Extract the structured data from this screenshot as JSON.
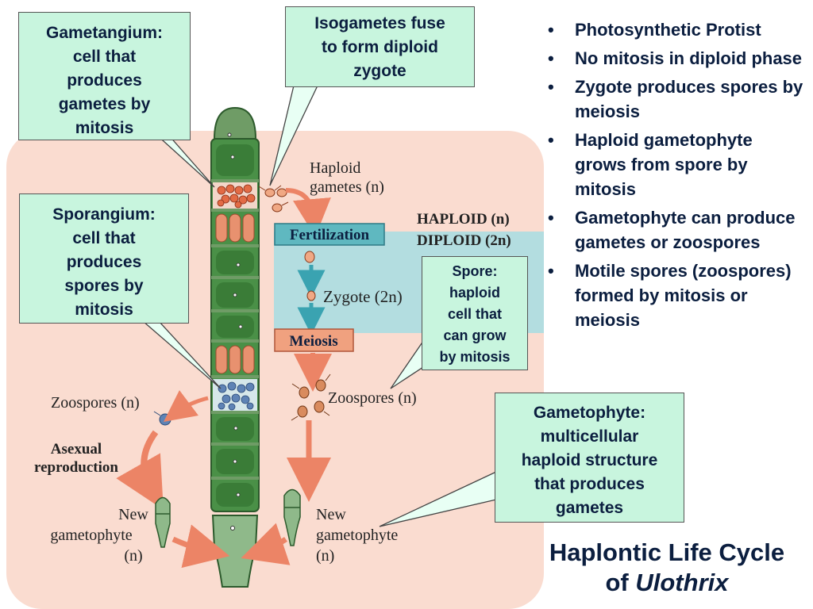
{
  "callouts": {
    "gametangium": [
      "Gametangium:",
      "cell that",
      "produces",
      "gametes by",
      "mitosis"
    ],
    "isogametes": [
      "Isogametes fuse",
      "to form diploid",
      "zygote"
    ],
    "sporangium": [
      "Sporangium:",
      "cell that",
      "produces",
      "spores by",
      "mitosis"
    ],
    "spore": [
      "Spore:",
      "haploid",
      "cell that",
      "can grow",
      "by mitosis"
    ],
    "gametophyte": [
      "Gametophyte:",
      "multicellular",
      "haploid structure",
      "that produces",
      "gametes"
    ]
  },
  "diagram_labels": {
    "haploid_gametes_1": "Haploid",
    "haploid_gametes_2": "gametes (n)",
    "fertilization": "Fertilization",
    "haploid_phase": "HAPLOID (n)",
    "diploid_phase": "DIPLOID (2n)",
    "zygote": "Zygote (2n)",
    "meiosis": "Meiosis",
    "zoospores_left": "Zoospores (n)",
    "zoospores_right": "Zoospores (n)",
    "asexual_1": "Asexual",
    "asexual_2": "reproduction",
    "new_gametophyte_left": [
      "New",
      "gametophyte",
      "(n)"
    ],
    "new_gametophyte_right": [
      "New",
      "gametophyte",
      "(n)"
    ]
  },
  "bullets": [
    "Photosynthetic Protist",
    "No mitosis in diploid phase",
    "Zygote produces spores by meiosis",
    "Haploid gametophyte grows from spore by mitosis",
    "Gametophyte can produce gametes or zoospores",
    "Motile spores (zoospores) formed by mitosis or meiosis"
  ],
  "title": {
    "line1": "Haplontic Life Cycle",
    "line2_prefix": "of ",
    "line2_italic": "Ulothrix"
  },
  "colors": {
    "background_panel": "#fadcd0",
    "diploid_band": "#b3dde0",
    "callout_fill": "#c8f5de",
    "arrow": "#ec8466",
    "teal_arrow": "#3aa3b1",
    "filament": "#3f8e3c",
    "text_dark": "#0b1e3f"
  }
}
